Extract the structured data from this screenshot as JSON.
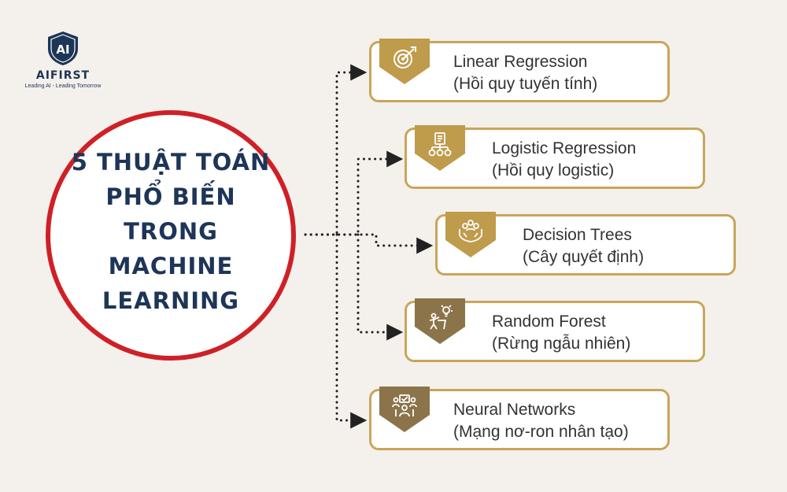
{
  "brand": {
    "logo_mark": "AI",
    "name": "AIFIRST",
    "tagline": "Leading AI - Leading Tomorrow",
    "navy": "#1d3557"
  },
  "center": {
    "lines": [
      "5 THUẬT TOÁN",
      "PHỔ BIẾN TRONG",
      "MACHINE",
      "LEARNING"
    ],
    "ring_color": "#cf2027"
  },
  "items": [
    {
      "title": "Linear Regression",
      "subtitle": "(Hồi quy tuyến tính)",
      "icon": "target-arrow-icon"
    },
    {
      "title": "Logistic Regression",
      "subtitle": "(Hồi quy logistic)",
      "icon": "document-flow-icon"
    },
    {
      "title": "Decision Trees",
      "subtitle": "(Cây quyết định)",
      "icon": "people-hands-icon"
    },
    {
      "title": "Random Forest",
      "subtitle": "(Rừng ngẫu nhiên)",
      "icon": "person-lightbulb-icon"
    },
    {
      "title": "Neural Networks",
      "subtitle": "(Mạng nơ-ron nhân tạo)",
      "icon": "network-team-icon"
    }
  ],
  "colors": {
    "card_border": "#c9a55a",
    "badge": "#bf9b4c",
    "badge_dark": "#8c744a",
    "background": "#f4f1ec"
  }
}
